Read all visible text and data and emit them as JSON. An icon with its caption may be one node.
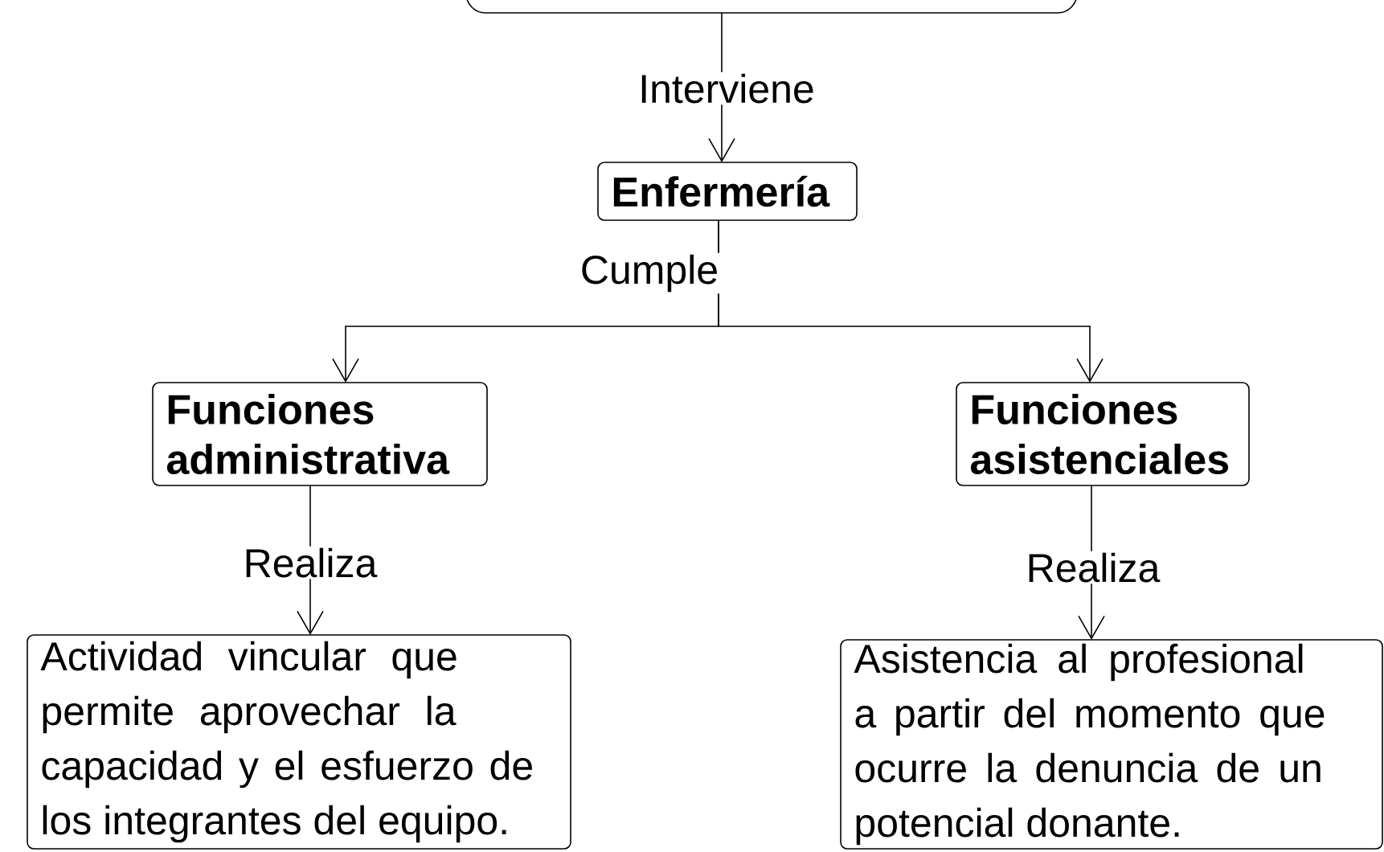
{
  "diagram": {
    "nodes": [
      {
        "text": [],
        "shape": "box"
      },
      {
        "text": [
          "Enfermería"
        ]
      },
      {
        "text": [
          "Funciones administrativa"
        ]
      },
      {
        "text": [
          "Funciones asistenciales"
        ]
      },
      {
        "text": [
          "Actividad vincular que permite aprovechar la capacidad y el esfuerzo de los integrantes del equipo."
        ]
      },
      {
        "text": [
          "Asistencia al profesional a partir del momento que ocurre la denuncia de un potencial donante."
        ]
      }
    ],
    "edges": [
      {
        "from": 0,
        "to": 1,
        "arrow": "to",
        "label": "Interviene"
      },
      {
        "from": 1,
        "to": 2,
        "arrow": "to",
        "label": "Cumple"
      },
      {
        "from": 1,
        "to": 3,
        "arrow": "to"
      },
      {
        "from": 2,
        "to": 4,
        "arrow": "to",
        "label": "Realiza"
      },
      {
        "from": 3,
        "to": 5,
        "arrow": "to",
        "label": "Realiza"
      }
    ]
  }
}
